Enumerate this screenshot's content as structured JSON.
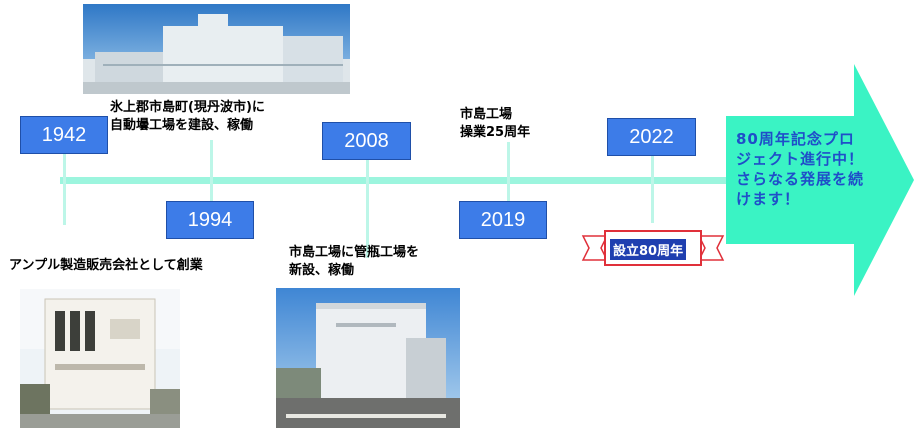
{
  "years": [
    "1942",
    "1994",
    "2008",
    "2019",
    "2022"
  ],
  "events": {
    "founding": "アンプル製造販売会社として創業",
    "hikami": "氷上郡市島町(現丹波市)に\n自動壜工場を建設、稼働",
    "tube_plant": "市島工場に管瓶工場を\n新設、稼働",
    "anniversary_25": "市島工場\n操業25周年"
  },
  "badge": "設立80周年",
  "arrow_message": "80周年記念プロ\nジェクト進行中！\nさらなる発展を続\nけます！",
  "colors": {
    "year_box": "#3d7ce8",
    "timeline": "#9cf5de",
    "arrow": "#3af3c4",
    "arrow_text": "#1f4ec9",
    "badge_ribbon": "#e0303a",
    "badge_label_bg": "#1f3fb0"
  }
}
